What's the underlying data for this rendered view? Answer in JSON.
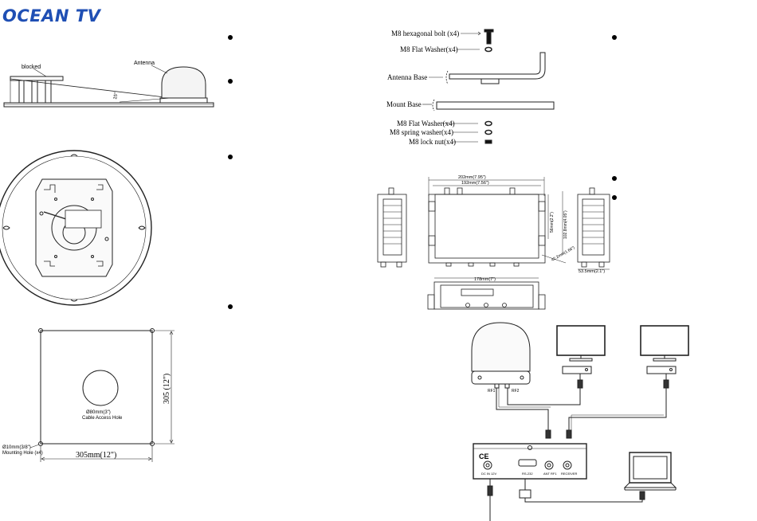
{
  "brand": {
    "logo_text": "OCEAN TV"
  },
  "clearance_diagram": {
    "blocked_label": "blocked",
    "antenna_label": "Antenna",
    "angle_label": "15°"
  },
  "base_plate_diagram": {
    "side_dimension": "305 (12\")",
    "bottom_dimension": "305mm(12\")",
    "cable_hole_line1": "Ø80mm(3\")",
    "cable_hole_line2": "Cable Access Hole",
    "mount_hole_line1": "Ø10mm(3/8\")",
    "mount_hole_line2": "Mounting Hole (x4)"
  },
  "hardware_stack": {
    "bolt": "M8 hexagonal bolt (x4)",
    "top_washer": "M8 Flat Washer(x4)",
    "antenna_base": "Antenna Base",
    "mount_base": "Mount Base",
    "bottom_washer": "M8 Flat Washer(x4)",
    "spring_washer": "M8 spring washer(x4)",
    "lock_nut": "M8 lock nut(x4)"
  },
  "receiver_dimensions": {
    "overall_width": "202mm(7.95\")",
    "inner_width": "192mm(7.56\")",
    "height_a": "56mm(2.2\")",
    "height_b": "102.8mm(4.05\")",
    "side_depth": "53.5mm(2.1\")",
    "small_dim": "42.2mm(1.66\")",
    "front_width": "178mm(7\")"
  },
  "connection_diagram": {
    "rf1": "RF1",
    "rf2": "RF2",
    "ce_mark": "CE",
    "port_dc": "DC IN 12V",
    "port_rs232": "RS-232",
    "port_ant": "ANT RF1",
    "port_rec": "RECEIVER"
  }
}
